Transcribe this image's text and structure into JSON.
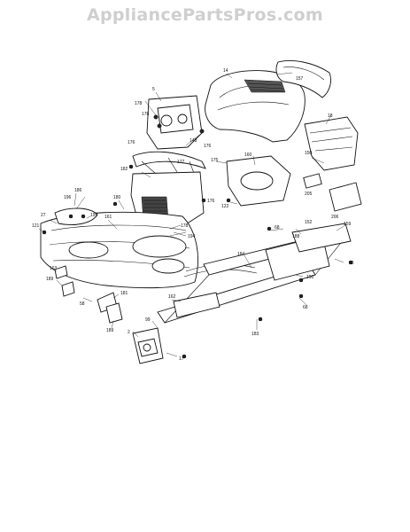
{
  "watermark": "AppliancePartsPros.com",
  "labels": [
    {
      "id": "l14",
      "text": "14"
    },
    {
      "id": "l157",
      "text": "157"
    },
    {
      "id": "l5",
      "text": "5"
    },
    {
      "id": "l178a",
      "text": "178"
    },
    {
      "id": "l176a",
      "text": "176"
    },
    {
      "id": "l148",
      "text": "148"
    },
    {
      "id": "l176b",
      "text": "176"
    },
    {
      "id": "l18",
      "text": "18"
    },
    {
      "id": "l150",
      "text": "150"
    },
    {
      "id": "l176c",
      "text": "176"
    },
    {
      "id": "l177",
      "text": "177"
    },
    {
      "id": "l175",
      "text": "175"
    },
    {
      "id": "l182",
      "text": "182"
    },
    {
      "id": "l160",
      "text": "160"
    },
    {
      "id": "l205",
      "text": "205"
    },
    {
      "id": "l176d",
      "text": "176"
    },
    {
      "id": "l122",
      "text": "122"
    },
    {
      "id": "l206",
      "text": "206"
    },
    {
      "id": "l186",
      "text": "186"
    },
    {
      "id": "l196",
      "text": "196"
    },
    {
      "id": "l180",
      "text": "180"
    },
    {
      "id": "l27",
      "text": "27"
    },
    {
      "id": "l161",
      "text": "161"
    },
    {
      "id": "l199",
      "text": "199"
    },
    {
      "id": "l121",
      "text": "121"
    },
    {
      "id": "l178b",
      "text": "178"
    },
    {
      "id": "l194",
      "text": "194"
    },
    {
      "id": "l68a",
      "text": "68"
    },
    {
      "id": "l188",
      "text": "188"
    },
    {
      "id": "l152",
      "text": "152"
    },
    {
      "id": "l159",
      "text": "159"
    },
    {
      "id": "l68b",
      "text": "68"
    },
    {
      "id": "l184",
      "text": "184"
    },
    {
      "id": "l163",
      "text": "163"
    },
    {
      "id": "l189",
      "text": "189"
    },
    {
      "id": "l58",
      "text": "58"
    },
    {
      "id": "l181",
      "text": "181"
    },
    {
      "id": "l190",
      "text": "190"
    },
    {
      "id": "l162",
      "text": "162"
    },
    {
      "id": "l68c",
      "text": "68"
    },
    {
      "id": "l183",
      "text": "183"
    },
    {
      "id": "l2",
      "text": "2"
    },
    {
      "id": "l99",
      "text": "99"
    },
    {
      "id": "l17",
      "text": "17"
    },
    {
      "id": "l189b",
      "text": "189"
    }
  ]
}
